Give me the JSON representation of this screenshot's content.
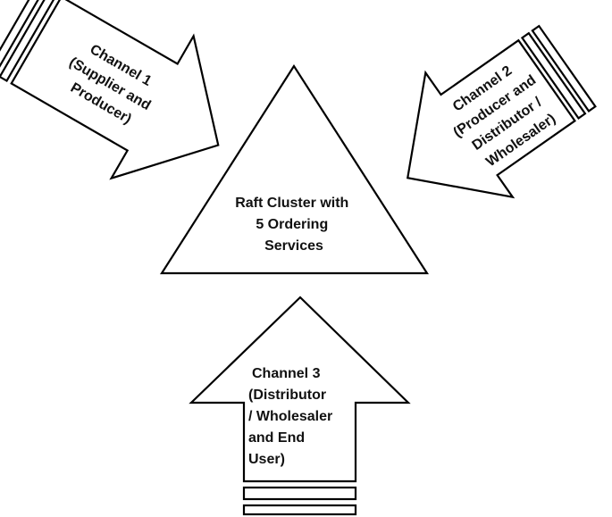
{
  "diagram": {
    "center": {
      "lines": [
        "Raft Cluster with",
        "5 Ordering",
        "Services"
      ]
    },
    "channels": [
      {
        "lines": [
          "Channel 1",
          "(Supplier and",
          "Producer)"
        ]
      },
      {
        "lines": [
          "Channel 2",
          "(Producer and",
          "Distributor /",
          "Wholesaler)"
        ]
      },
      {
        "lines": [
          "Channel 3",
          "(Distributor",
          "/ Wholesaler",
          "and End",
          "User)"
        ]
      }
    ]
  }
}
